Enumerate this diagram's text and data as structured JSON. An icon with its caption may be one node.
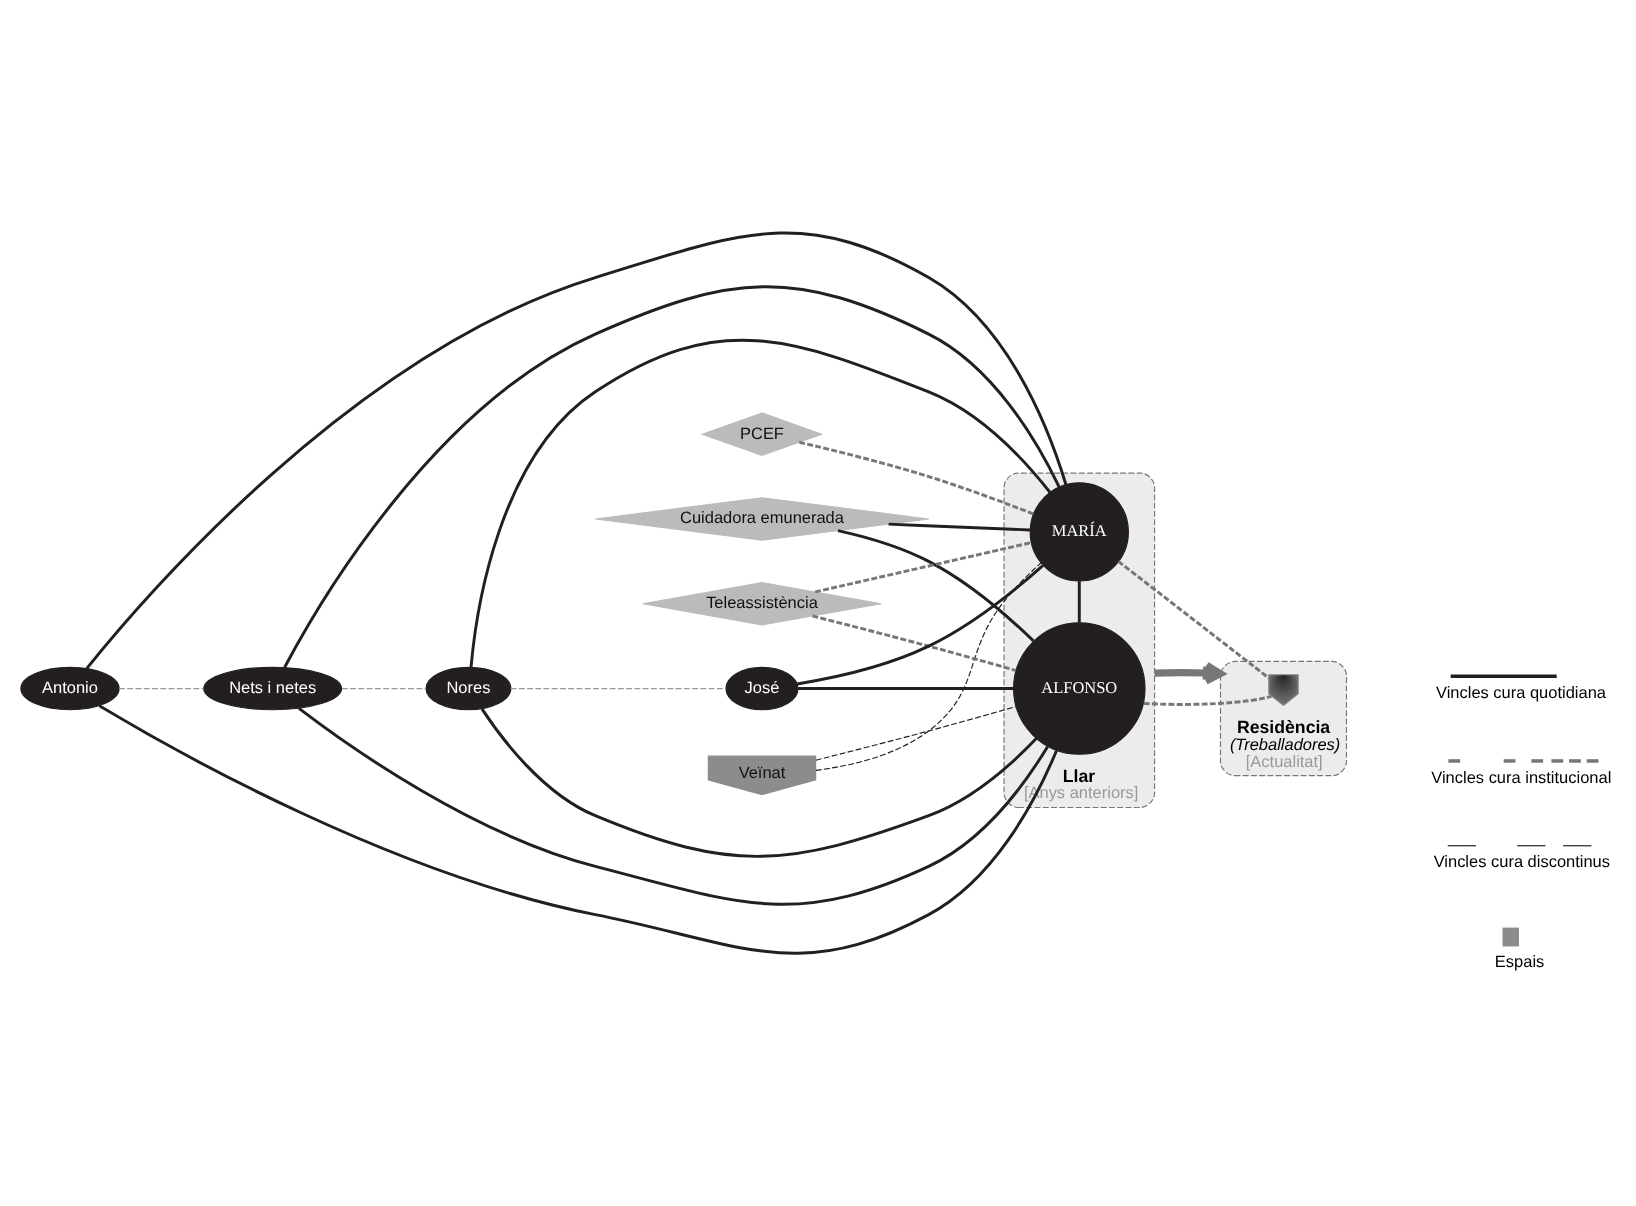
{
  "diagram": {
    "nodes": [
      {
        "text": [
          "Veïnat"
        ]
      },
      {
        "text": [
          "Cuidadora emunerada"
        ]
      },
      {
        "text": [
          "Teleassistència"
        ]
      },
      {
        "text": [
          "PCEF"
        ]
      },
      {
        "text": [
          "Antonio"
        ]
      },
      {
        "text": [
          "Nets i netes"
        ]
      },
      {
        "text": [
          "Nores"
        ]
      },
      {
        "text": [
          "José"
        ]
      },
      {
        "text": [
          "Llar",
          "[Anys anteriors]"
        ]
      },
      {
        "text": [
          "ALFONSO"
        ],
        "in": 8
      },
      {
        "text": [
          "MARÍA"
        ],
        "in": 8
      },
      {
        "text": [
          "Residència",
          "(Treballadores)",
          "[Actualitat]"
        ]
      },
      {
        "text": [],
        "shape": "shield",
        "in": 11
      }
    ],
    "edges": [
      {
        "from": 4,
        "to": 5,
        "arrow": "none",
        "style": "dashed",
        "color": "#999999"
      },
      {
        "from": 5,
        "to": 6,
        "arrow": "none",
        "style": "dashed",
        "color": "#999999"
      },
      {
        "from": 6,
        "to": 7,
        "arrow": "none",
        "style": "dashed",
        "color": "#999999"
      },
      {
        "from": 4,
        "to": 9,
        "arrow": "none"
      },
      {
        "from": 4,
        "to": 10,
        "arrow": "none"
      },
      {
        "from": 5,
        "to": 9,
        "arrow": "none"
      },
      {
        "from": 5,
        "to": 10,
        "arrow": "none"
      },
      {
        "from": 6,
        "to": 9,
        "arrow": "none"
      },
      {
        "from": 6,
        "to": 10,
        "arrow": "none"
      },
      {
        "from": 7,
        "to": 9,
        "arrow": "none"
      },
      {
        "from": 7,
        "to": 10,
        "arrow": "none"
      },
      {
        "from": 9,
        "to": 10,
        "arrow": "none"
      },
      {
        "from": 1,
        "to": 9,
        "arrow": "none"
      },
      {
        "from": 1,
        "to": 10,
        "arrow": "none"
      },
      {
        "from": 0,
        "to": 9,
        "arrow": "none",
        "style": "dashed"
      },
      {
        "from": 0,
        "to": 10,
        "arrow": "none",
        "style": "dashed"
      },
      {
        "from": 2,
        "to": 9,
        "arrow": "none",
        "style": "dashed",
        "color": "#777777"
      },
      {
        "from": 2,
        "to": 10,
        "arrow": "none",
        "style": "dashed",
        "color": "#777777"
      },
      {
        "from": 3,
        "to": 10,
        "arrow": "none",
        "style": "dashed",
        "color": "#777777"
      },
      {
        "from": 9,
        "to": 12,
        "arrow": "none",
        "style": "dashed",
        "color": "#777777"
      },
      {
        "from": 10,
        "to": 12,
        "arrow": "none",
        "style": "dashed",
        "color": "#777777"
      },
      {
        "from": 8,
        "to": 11,
        "arrow": "to",
        "style": "thick",
        "color": "#777777"
      }
    ],
    "legend": [
      {
        "text": "Vincles cura quotidiana"
      },
      {
        "text": "Vincles cura institucional"
      },
      {
        "text": "Vincles cura discontinus"
      },
      {
        "text": "Espais"
      }
    ]
  }
}
